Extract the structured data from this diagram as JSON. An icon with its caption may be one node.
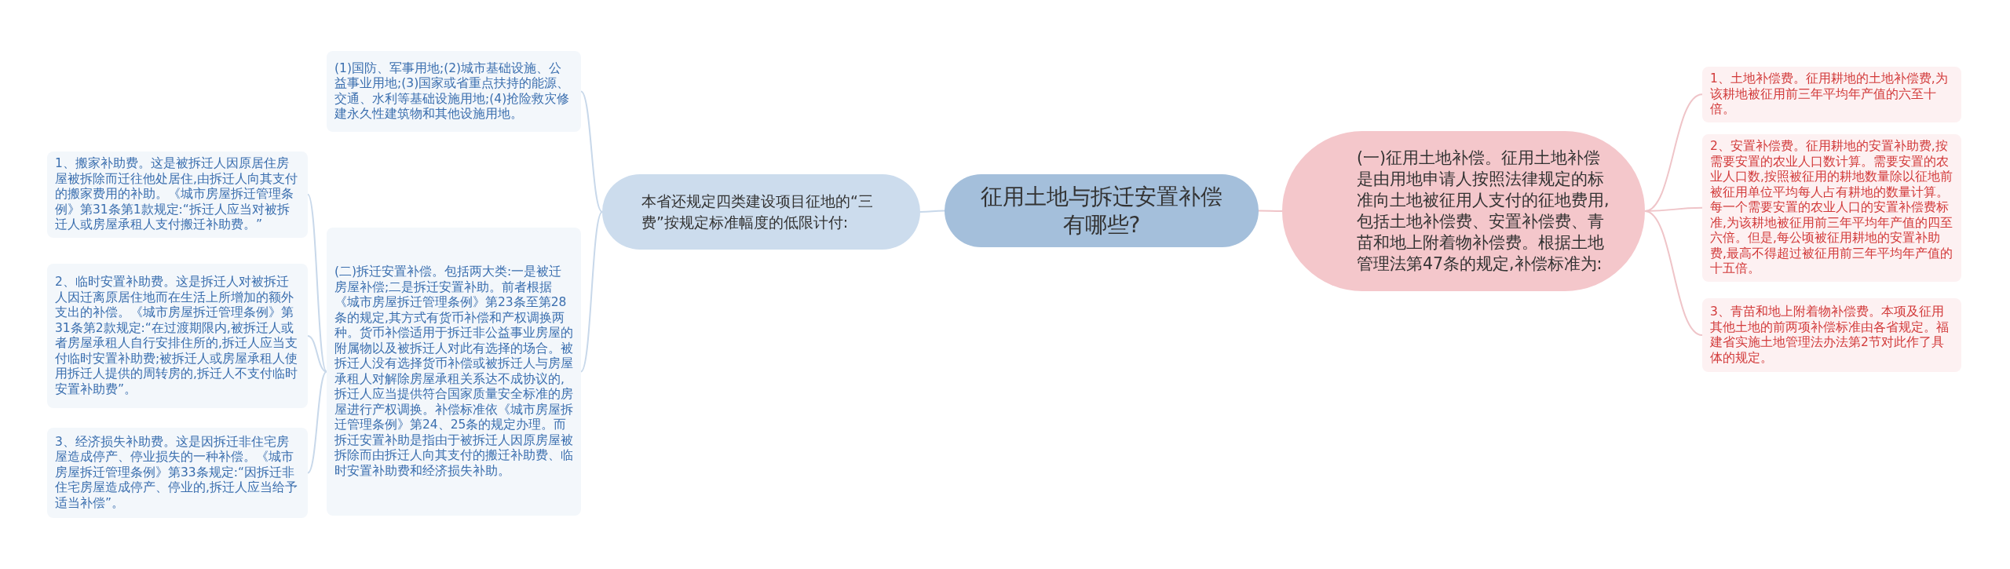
{
  "diagram": {
    "nodes": [
      {
        "text": [
          "征用土地与拆迁安置补偿有哪些?"
        ]
      },
      {
        "text": [
          "本省还规定四类建设项目征地的“三费”按规定标准幅度的低限计付:"
        ]
      },
      {
        "text": [
          "(1)国防、军事用地;(2)城市基础设施、公益事业用地;(3)国家或省重点扶持的能源、交通、水利等基础设施用地;(4)抢险救灾修建永久性建筑物和其他设施用地。"
        ]
      },
      {
        "text": [
          "(二)拆迁安置补偿。包括两大类:一是被迁房屋补偿;二是拆迁安置补助。前者根据《城市房屋拆迁管理条例》第23条至第28条的规定,其方式有货币补偿和产权调换两种。货币补偿适用于拆迁非公益事业房屋的附属物以及被拆迁人对此有选择的场合。被拆迁人没有选择货币补偿或被拆迁人与房屋承租人对解除房屋承租关系达不成协议的,拆迁人应当提供符合国家质量安全标准的房屋进行产权调换。补偿标准依《城市房屋拆迁管理条例》第24、25条的规定办理。而拆迁安置补助是指由于被拆迁人因原房屋被拆除而由拆迁人向其支付的搬迁补助费、临时安置补助费和经济损失补助。"
        ]
      },
      {
        "text": [
          "1、搬家补助费。这是被拆迁人因原居住房屋被拆除而迁往他处居住,由拆迁人向其支付的搬家费用的补助。《城市房屋拆迁管理条例》第31条第1款规定:“拆迁人应当对被拆迁人或房屋承租人支付搬迁补助费。”"
        ]
      },
      {
        "text": [
          "2、临时安置补助费。这是拆迁人对被拆迁人因迁离原居住地而在生活上所增加的额外支出的补偿。《城市房屋拆迁管理条例》第31条第2款规定:“在过渡期限内,被拆迁人或者房屋承租人自行安排住所的,拆迁人应当支付临时安置补助费;被拆迁人或房屋承租人使用拆迁人提供的周转房的,拆迁人不支付临时安置补助费”。"
        ]
      },
      {
        "text": [
          "3、经济损失补助费。这是因拆迁非住宅房屋造成停产、停业损失的一种补偿。《城市房屋拆迁管理条例》第33条规定:“因拆迁非住宅房屋造成停产、停业的,拆迁人应当给予适当补偿”。"
        ]
      },
      {
        "text": [
          "(一)征用土地补偿。征用土地补偿是由用地申请人按照法律规定的标准向土地被征用人支付的征地费用,包括土地补偿费、安置补偿费、青苗和地上附着物补偿费。根据土地管理法第47条的规定,补偿标准为:"
        ]
      },
      {
        "text": [
          "1、土地补偿费。征用耕地的土地补偿费,为该耕地被征用前三年平均年产值的六至十倍。"
        ]
      },
      {
        "text": [
          "2、安置补偿费。征用耕地的安置补助费,按需要安置的农业人口数计算。需要安置的农业人口数,按照被征用的耕地数量除以征地前被征用单位平均每人占有耕地的数量计算。每一个需要安置的农业人口的安置补偿费标准,为该耕地被征用前三年平均年产值的四至六倍。但是,每公顷被征用耕地的安置补助费,最高不得超过被征用前三年平均年产值的十五倍。"
        ]
      },
      {
        "text": [
          "3、青苗和地上附着物补偿费。本项及征用其他土地的前两项补偿标准由各省规定。福建省实施土地管理法办法第2节对此作了具体的规定。"
        ]
      }
    ],
    "edges": [
      {
        "from": 0,
        "to": 1,
        "arrow": "none"
      },
      {
        "from": 1,
        "to": 2,
        "arrow": "none"
      },
      {
        "from": 1,
        "to": 3,
        "arrow": "none"
      },
      {
        "from": 3,
        "to": 4,
        "arrow": "none"
      },
      {
        "from": 3,
        "to": 5,
        "arrow": "none"
      },
      {
        "from": 3,
        "to": 6,
        "arrow": "none"
      },
      {
        "from": 0,
        "to": 7,
        "arrow": "none",
        "color": "#efc4c8"
      },
      {
        "from": 7,
        "to": 8,
        "arrow": "none",
        "color": "#efc4c8"
      },
      {
        "from": 7,
        "to": 9,
        "arrow": "none",
        "color": "#efc4c8"
      },
      {
        "from": 7,
        "to": 10,
        "arrow": "none",
        "color": "#efc4c8"
      }
    ]
  }
}
